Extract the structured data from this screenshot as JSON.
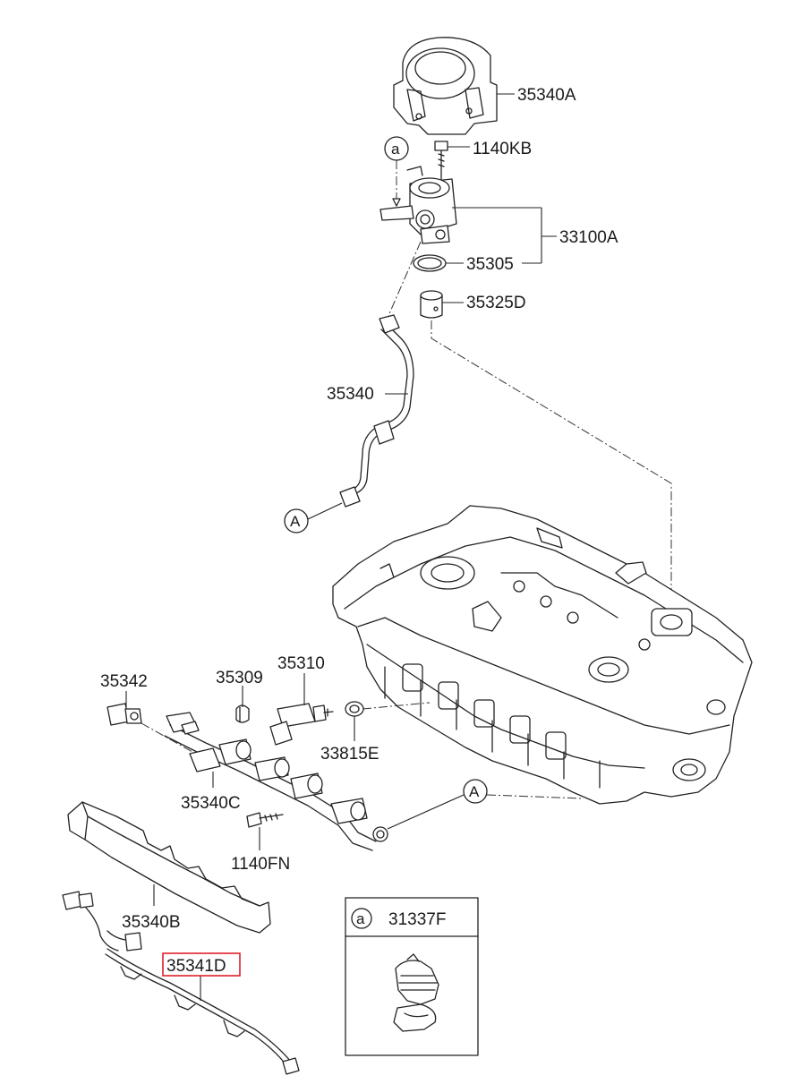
{
  "labels": {
    "l_35340A": "35340A",
    "l_1140KB": "1140KB",
    "l_33100A": "33100A",
    "l_35305": "35305",
    "l_35325D": "35325D",
    "l_35340": "35340",
    "l_35342": "35342",
    "l_35309": "35309",
    "l_35310": "35310",
    "l_33815E": "33815E",
    "l_35340C": "35340C",
    "l_1140FN": "1140FN",
    "l_35340B": "35340B",
    "l_35341D": "35341D",
    "l_31337F": "31337F"
  },
  "markers": {
    "ref_a": "a",
    "ref_A": "A",
    "inset_a": "a"
  },
  "highlight_color": "#e0202a"
}
